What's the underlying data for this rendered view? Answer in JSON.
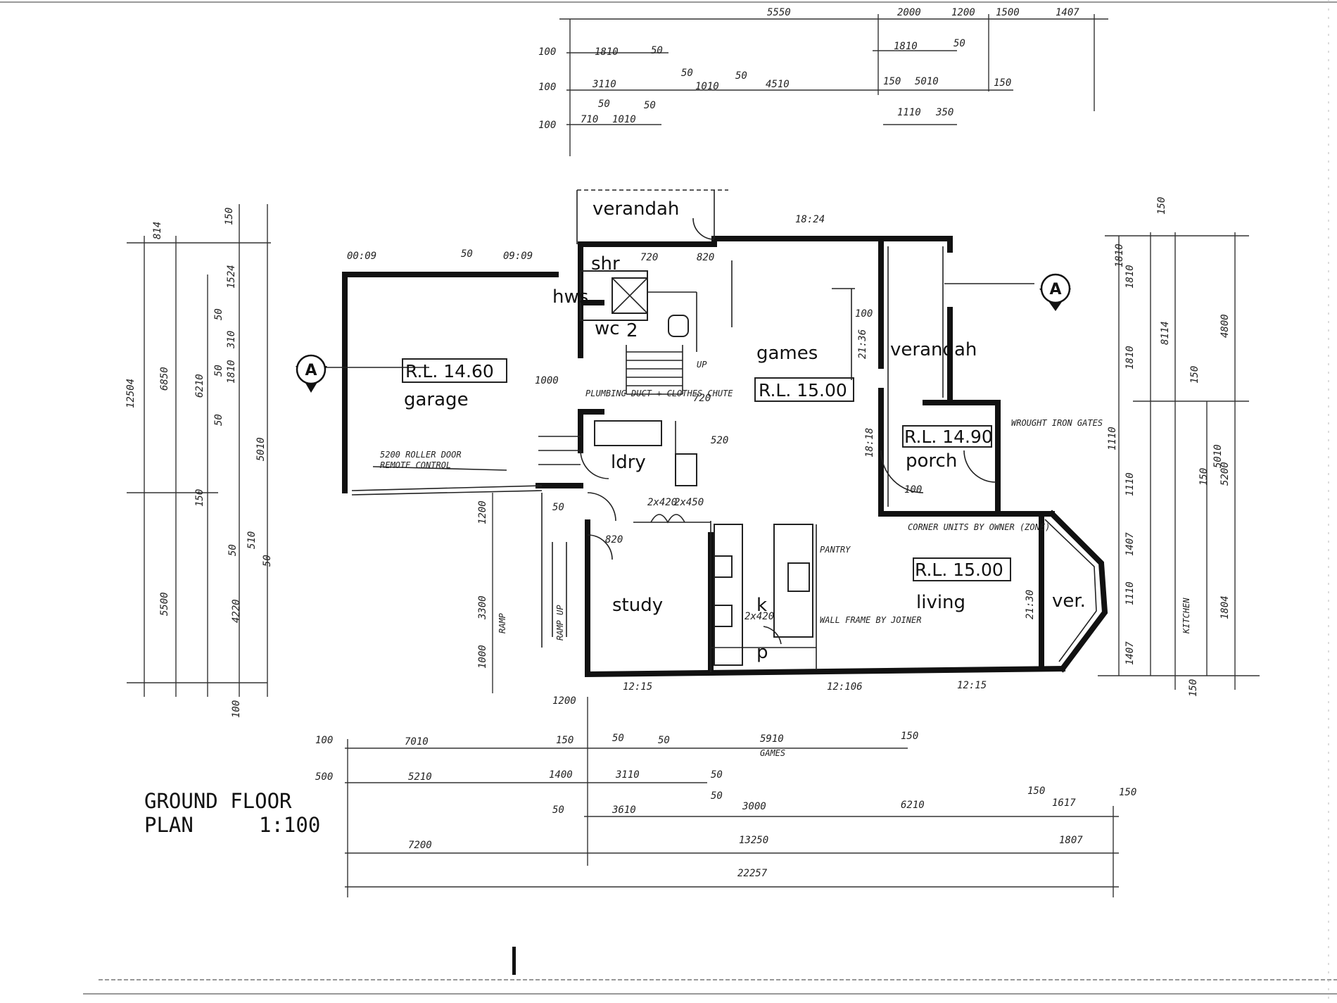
{
  "title": {
    "line1": "GROUND FLOOR",
    "line2": "PLAN",
    "scale": "1:100"
  },
  "rooms": {
    "verandah_top": "verandah",
    "shr": "shr",
    "hws": "hws",
    "wc": "wc",
    "wc2": "2",
    "garage": "garage",
    "games": "games",
    "verandah_right": "verandah",
    "porch": "porch",
    "ldry": "ldry",
    "study": "study",
    "k": "k",
    "p": "p",
    "living": "living",
    "ver": "ver."
  },
  "levels": {
    "garage": "R.L. 14.60",
    "games": "R.L. 15.00",
    "porch": "R.L. 14.90",
    "living": "R.L. 15.00"
  },
  "section_marker": "A",
  "notes": {
    "plumbing": "PLUMBING DUCT + CLOTHES CHUTE",
    "roller_door": "5200 ROLLER DOOR",
    "remote": "REMOTE CONTROL",
    "ramp": "RAMP",
    "ramp_up": "RAMP UP",
    "wrought_iron": "WROUGHT IRON GATES",
    "corner_units": "CORNER UNITS BY OWNER (ZONE)",
    "pantry": "PANTRY",
    "wall_frame": "WALL FRAME BY JOINER",
    "kitchen": "KITCHEN",
    "up": "UP",
    "games_small": "GAMES"
  },
  "dims": {
    "top_row1": [
      "5550",
      "2000",
      "1200",
      "1500",
      "1407"
    ],
    "top_row2": [
      "100",
      "1810",
      "50",
      "1810",
      "50"
    ],
    "top_row3": [
      "100",
      "3110",
      "50",
      "1010",
      "50",
      "4510",
      "150",
      "5010",
      "150"
    ],
    "top_row4": [
      "100",
      "710",
      "1010",
      "50",
      "50",
      "1110",
      "350"
    ],
    "left_outer": [
      "12504",
      "6850",
      "5500"
    ],
    "left_mid": [
      "6210",
      "4220"
    ],
    "left_small": [
      "814",
      "150",
      "1524",
      "50",
      "1810",
      "50",
      "310",
      "50",
      "5010",
      "150",
      "50",
      "510",
      "50",
      "100"
    ],
    "right_outer": [
      "8114",
      "4800",
      "5200",
      "1804"
    ],
    "right_mid": [
      "1810",
      "1810",
      "1110",
      "1110",
      "1407",
      "1110",
      "1407",
      "1810",
      "150",
      "150",
      "150",
      "150",
      "5010"
    ],
    "bottom_row1": [
      "100",
      "7010",
      "150",
      "50",
      "50",
      "5910",
      "150"
    ],
    "bottom_row2": [
      "500",
      "5210",
      "1400",
      "3110",
      "50"
    ],
    "bottom_row3": [
      "50",
      "3610",
      "50",
      "3000",
      "6210",
      "150",
      "1617",
      "150"
    ],
    "bottom_row4": [
      "7200",
      "13250",
      "1807"
    ],
    "bottom_total": "22257",
    "bottom_top": "1200",
    "openings": [
      "12:15",
      "12:106",
      "12:15",
      "18:24",
      "18:18",
      "21:36",
      "21:30",
      "2x420",
      "2x450",
      "2x420"
    ],
    "misc": [
      "720",
      "720",
      "1000",
      "1200",
      "3300",
      "1000",
      "100",
      "100",
      "820",
      "820",
      "520",
      "50",
      "50",
      "00:09",
      "09:09"
    ]
  }
}
